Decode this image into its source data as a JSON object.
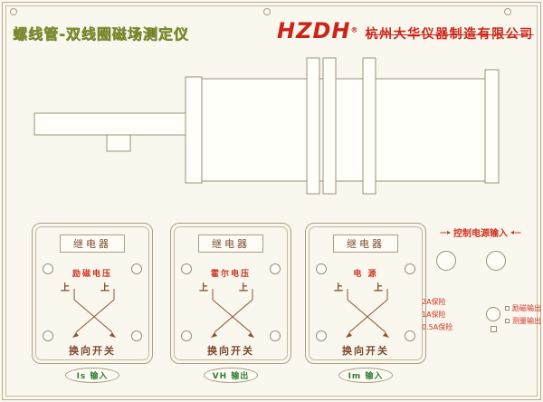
{
  "header": {
    "title": "螺线管-双线圈磁场测定仪",
    "brand": "HZDH",
    "reg": "®",
    "company": "杭州大华仪器制造有限公司"
  },
  "colors": {
    "title_green": "#7f9230",
    "brand_red": "#cd2418",
    "label_red": "#d03322",
    "line_tan": "#ab9f83",
    "text_brown": "#7c4a2e",
    "port_green": "#2f7d2f",
    "background": "#f9f7ee"
  },
  "relay_boxes": [
    {
      "relay_label": "继电器",
      "red_label": "励磁电压",
      "up_left": "上",
      "up_right": "上",
      "switch_label": "换向开关",
      "port_label": "Is 输入"
    },
    {
      "relay_label": "继电器",
      "red_label": "霍尔电压",
      "up_left": "上",
      "up_right": "上",
      "switch_label": "换向开关",
      "port_label": "VH 输出"
    },
    {
      "relay_label": "继电器",
      "red_label": "电  源",
      "up_left": "上",
      "up_right": "上",
      "switch_label": "换向开关",
      "port_label": "Im 输入"
    }
  ],
  "power_panel": {
    "deco_left": "—▸",
    "title": "控制电源输入",
    "deco_right": "◂—",
    "fuse_labels": [
      "2A保险",
      "1A保险",
      "0.5A保险"
    ],
    "output_labels": [
      "励磁输出",
      "测量输出"
    ]
  }
}
